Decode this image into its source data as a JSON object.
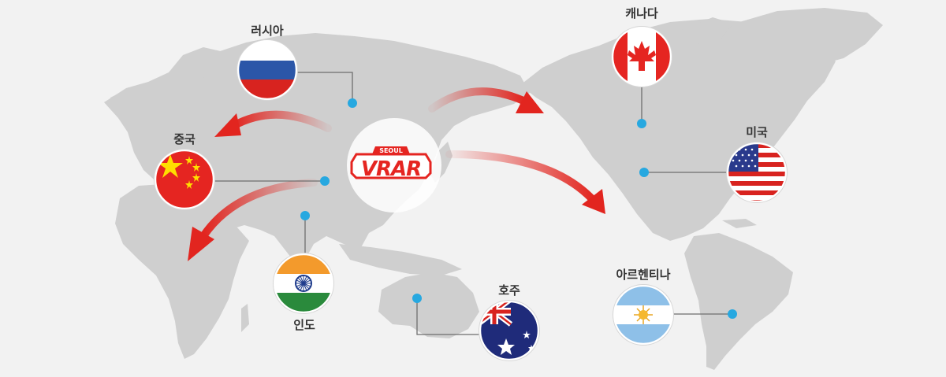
{
  "brand": {
    "small": "SEOUL",
    "main": "VRAR",
    "color": "#e52521"
  },
  "countries": [
    {
      "id": "russia",
      "label": "러시아"
    },
    {
      "id": "china",
      "label": "중국"
    },
    {
      "id": "india",
      "label": "인도"
    },
    {
      "id": "australia",
      "label": "호주"
    },
    {
      "id": "canada",
      "label": "캐나다"
    },
    {
      "id": "usa",
      "label": "미국"
    },
    {
      "id": "argentina",
      "label": "아르헨티나"
    }
  ],
  "colors": {
    "land": "#cfcfcf",
    "marker": "#27a8e0",
    "connector": "#6e6e6e",
    "arrow": "#e2251f"
  }
}
